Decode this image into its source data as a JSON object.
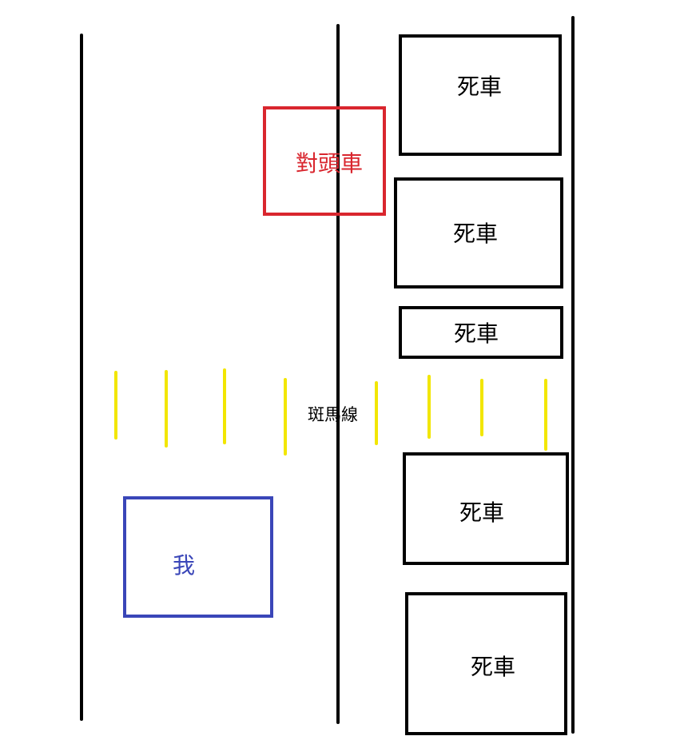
{
  "labels": {
    "oncoming_car": "對頭車",
    "my_car": "我",
    "crosswalk": "斑馬線",
    "parked_car_1": "死車",
    "parked_car_2": "死車",
    "parked_car_3": "死車",
    "parked_car_4": "死車",
    "parked_car_5": "死車"
  },
  "colors": {
    "lane_line": "#000000",
    "parked_car_border": "#000000",
    "oncoming_car": "#d9262e",
    "my_car": "#3a46b8",
    "crosswalk": "#f2e600",
    "background": "#ffffff"
  }
}
